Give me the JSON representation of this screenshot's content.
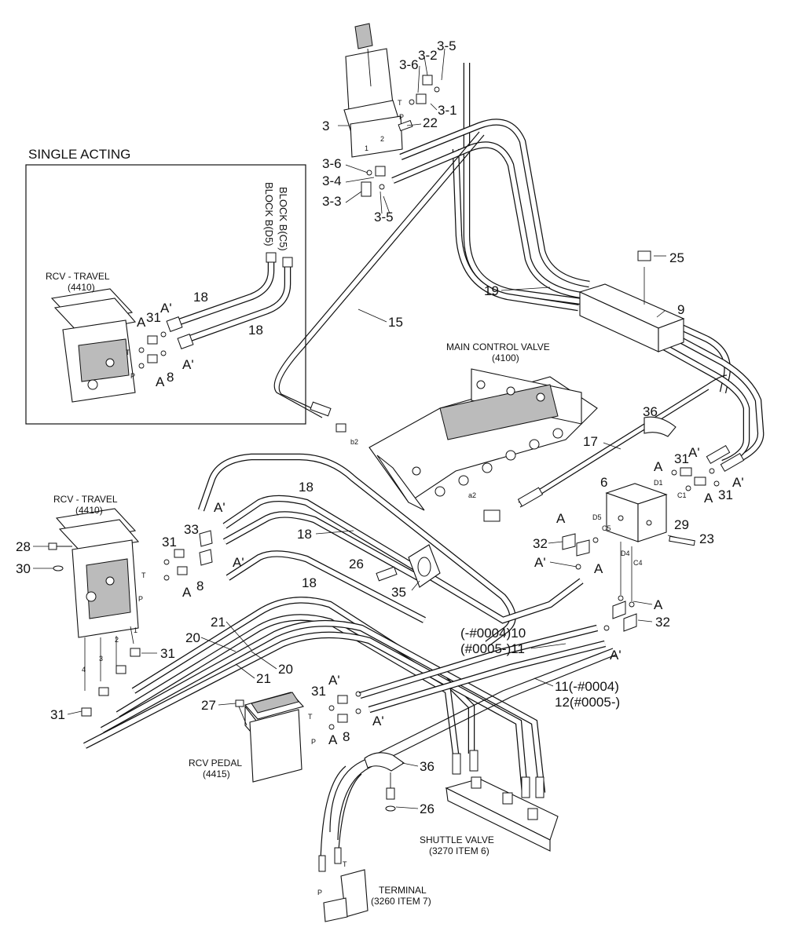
{
  "inset": {
    "title": "SINGLE ACTING"
  },
  "components": {
    "rcv_travel_inset": {
      "name": "RCV - TRAVEL",
      "code": "(4410)"
    },
    "rcv_travel": {
      "name": "RCV - TRAVEL",
      "code": "(4410)"
    },
    "main_control_valve": {
      "name": "MAIN CONTROL VALVE",
      "code": "(4100)"
    },
    "rcv_pedal": {
      "name": "RCV PEDAL",
      "code": "(4415)"
    },
    "shuttle_valve": {
      "name": "SHUTTLE VALVE",
      "code": "(3270 ITEM 6)"
    },
    "terminal": {
      "name": "TERMINAL",
      "code": "(3260 ITEM 7)"
    },
    "block_c5": "BLOCK B(C5)",
    "block_d5": "BLOCK B(D5)"
  },
  "callouts": {
    "c3": "3",
    "c3_1": "3-1",
    "c3_2": "3-2",
    "c3_3": "3-3",
    "c3_4": "3-4",
    "c3_5": "3-5",
    "c3_6": "3-6",
    "c3_5b": "3-5",
    "c3_6b": "3-6",
    "c22": "22",
    "c25": "25",
    "c9": "9",
    "c19": "19",
    "c15": "15",
    "c36": "36",
    "c17": "17",
    "c6": "6",
    "c29": "29",
    "c23": "23",
    "c28": "28",
    "c30": "30",
    "c33": "33",
    "c26": "26",
    "c35": "35",
    "c27": "27",
    "c36b": "36",
    "c26b": "26",
    "c10": "(-#0004)10",
    "c11": "(#0005-)11",
    "c11b": "11(-#0004)",
    "c12": "12(#0005-)",
    "c20a": "20",
    "c20b": "20",
    "c21a": "21",
    "c21b": "21",
    "c18a": "18",
    "c18b": "18",
    "c18c": "18",
    "i18a": "18",
    "i18b": "18",
    "i31": "31",
    "i8": "8",
    "c31a": "31",
    "c31b": "31",
    "c31c": "31",
    "c31d": "31",
    "c31e": "31",
    "c8a": "8",
    "c8b": "8",
    "c32a": "32",
    "c32b": "32"
  },
  "port_letters": {
    "A": "A",
    "Ap": "A'",
    "T": "T",
    "P": "P",
    "D1": "D1",
    "C1": "C1",
    "D5": "D5",
    "C5": "C5",
    "D4": "D4",
    "C4": "C4",
    "a2": "a2",
    "b2": "b2",
    "n1": "1",
    "n2": "2",
    "n3": "3",
    "n4": "4"
  },
  "colors": {
    "line": "#111111",
    "background": "#ffffff"
  }
}
